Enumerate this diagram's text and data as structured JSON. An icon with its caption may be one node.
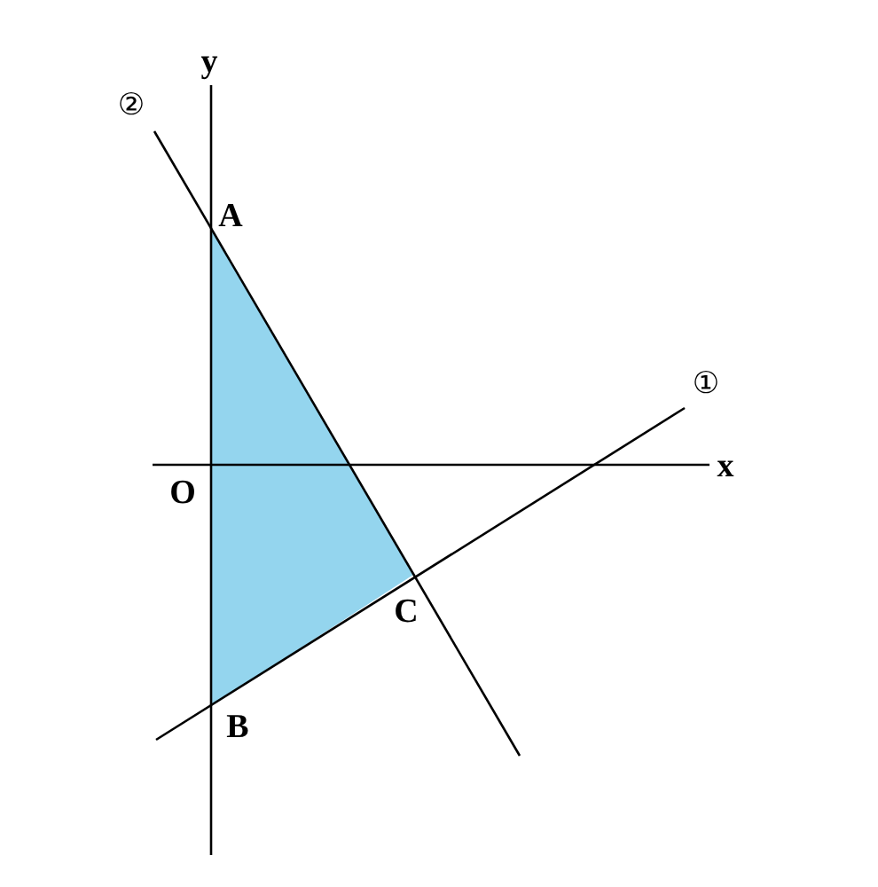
{
  "diagram": {
    "labels": [
      "y",
      "②",
      "A",
      "①",
      "x",
      "O",
      "C",
      "B"
    ]
  }
}
